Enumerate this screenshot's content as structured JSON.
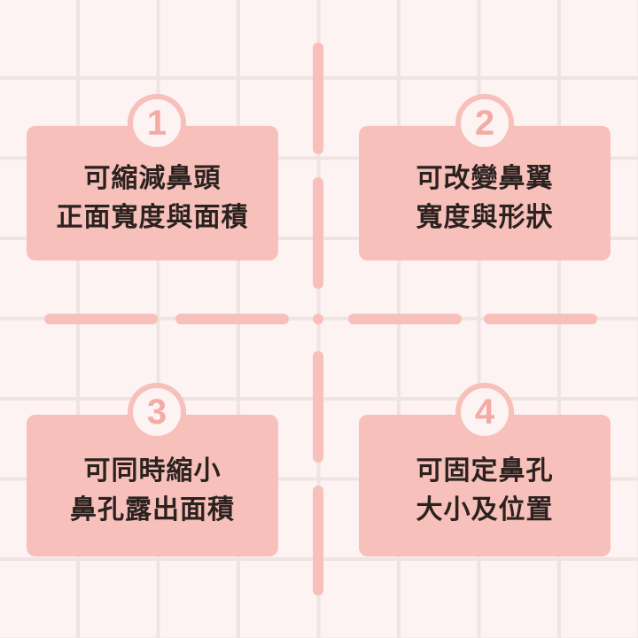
{
  "cards": [
    {
      "number": "1",
      "line1": "可縮減鼻頭",
      "line2": "正面寬度與面積"
    },
    {
      "number": "2",
      "line1": "可改變鼻翼",
      "line2": "寬度與形狀"
    },
    {
      "number": "3",
      "line1": "可同時縮小",
      "line2": "鼻孔露出面積"
    },
    {
      "number": "4",
      "line1": "可固定鼻孔",
      "line2": "大小及位置"
    }
  ],
  "colors": {
    "background": "#fdf3f2",
    "grid": "#f0e4e3",
    "accent": "#f7c0ba",
    "number": "#f3aba5",
    "text": "#2b2220"
  }
}
